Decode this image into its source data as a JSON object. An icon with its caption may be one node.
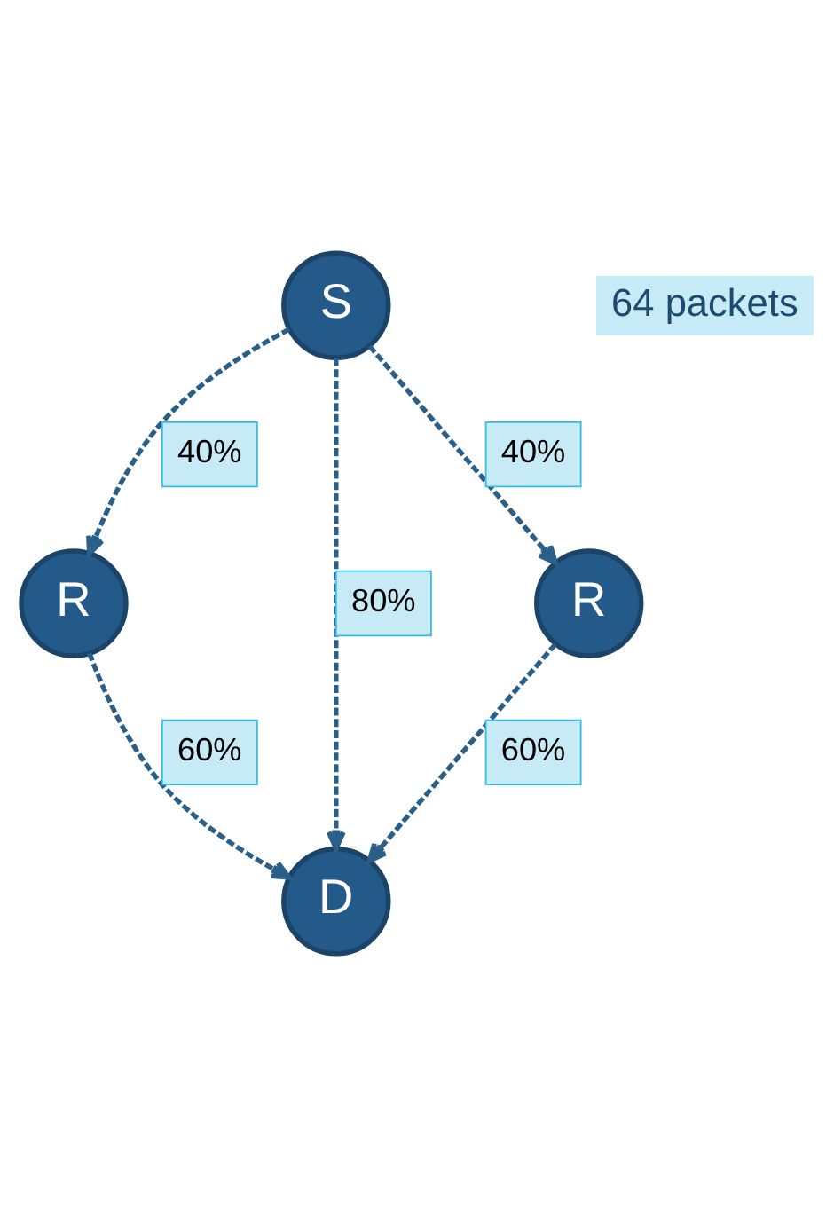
{
  "diagram": {
    "nodes": [
      {
        "text": [
          "S"
        ]
      },
      {
        "text": [
          "R"
        ]
      },
      {
        "text": [
          "R"
        ]
      },
      {
        "text": [
          "D"
        ]
      }
    ],
    "edges": [
      {
        "from": 0,
        "to": 1,
        "arrow": "to",
        "label": "40%",
        "style": "dashed"
      },
      {
        "from": 0,
        "to": 3,
        "arrow": "to",
        "label": "80%",
        "style": "dashed"
      },
      {
        "from": 0,
        "to": 2,
        "arrow": "to",
        "label": "40%",
        "style": "dashed"
      },
      {
        "from": 1,
        "to": 3,
        "arrow": "to",
        "label": "60%",
        "style": "dashed"
      },
      {
        "from": 2,
        "to": 3,
        "arrow": "to",
        "label": "60%",
        "style": "dashed"
      }
    ],
    "labels": [
      "64 packets"
    ]
  }
}
